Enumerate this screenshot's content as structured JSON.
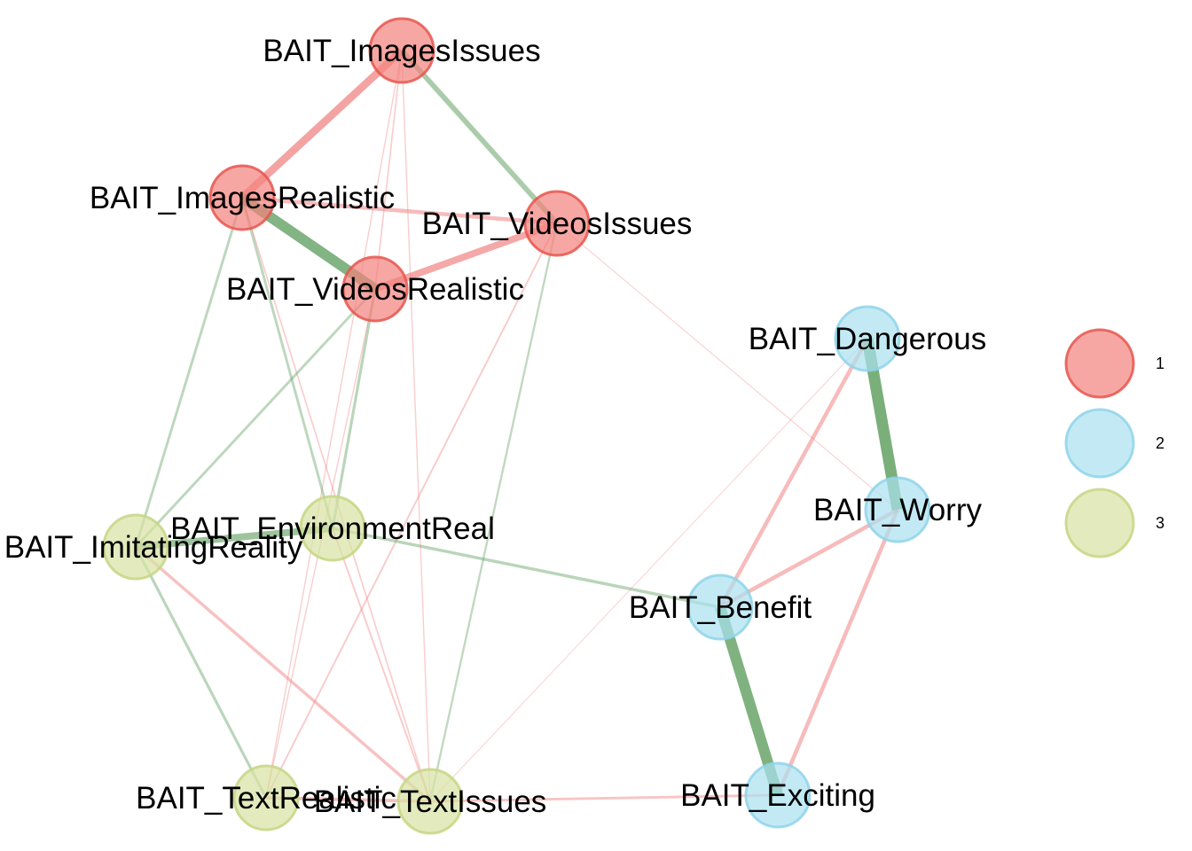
{
  "colors": {
    "group_fill": {
      "1": "#f4827c",
      "2": "#a9e1ef",
      "3": "#d7e3a2"
    },
    "group_stroke": {
      "1": "#e8554d",
      "2": "#8fd3ea",
      "3": "#c6d684"
    },
    "positive_edge": "#6fa86f",
    "negative_edge": "#f07f7f"
  },
  "nodes": [
    {
      "id": "images_issues",
      "label": "BAIT_ImagesIssues",
      "group": "1"
    },
    {
      "id": "images_realistic",
      "label": "BAIT_ImagesRealistic",
      "group": "1"
    },
    {
      "id": "videos_issues",
      "label": "BAIT_VideosIssues",
      "group": "1"
    },
    {
      "id": "videos_realistic",
      "label": "BAIT_VideosRealistic",
      "group": "1"
    },
    {
      "id": "dangerous",
      "label": "BAIT_Dangerous",
      "group": "2"
    },
    {
      "id": "worry",
      "label": "BAIT_Worry",
      "group": "2"
    },
    {
      "id": "benefit",
      "label": "BAIT_Benefit",
      "group": "2"
    },
    {
      "id": "exciting",
      "label": "BAIT_Exciting",
      "group": "2"
    },
    {
      "id": "imitating_reality",
      "label": "BAIT_ImitatingReality",
      "group": "3"
    },
    {
      "id": "environment_real",
      "label": "BAIT_EnvironmentReal",
      "group": "3"
    },
    {
      "id": "text_realistic",
      "label": "BAIT_TextRealistic",
      "group": "3"
    },
    {
      "id": "text_issues",
      "label": "BAIT_TextIssues",
      "group": "3"
    }
  ],
  "edges": [
    {
      "from": "images_issues",
      "to": "images_realistic",
      "sign": "negative",
      "weight": 0.62
    },
    {
      "from": "images_issues",
      "to": "videos_issues",
      "sign": "positive",
      "weight": 0.4
    },
    {
      "from": "images_issues",
      "to": "videos_realistic",
      "sign": "negative",
      "weight": 0.08
    },
    {
      "from": "images_issues",
      "to": "text_realistic",
      "sign": "negative",
      "weight": 0.06
    },
    {
      "from": "images_issues",
      "to": "text_issues",
      "sign": "negative",
      "weight": 0.06
    },
    {
      "from": "images_realistic",
      "to": "videos_realistic",
      "sign": "positive",
      "weight": 0.85
    },
    {
      "from": "images_realistic",
      "to": "videos_issues",
      "sign": "negative",
      "weight": 0.3
    },
    {
      "from": "images_realistic",
      "to": "imitating_reality",
      "sign": "positive",
      "weight": 0.18
    },
    {
      "from": "images_realistic",
      "to": "environment_real",
      "sign": "positive",
      "weight": 0.18
    },
    {
      "from": "images_realistic",
      "to": "text_issues",
      "sign": "negative",
      "weight": 0.08
    },
    {
      "from": "videos_realistic",
      "to": "videos_issues",
      "sign": "negative",
      "weight": 0.55
    },
    {
      "from": "videos_realistic",
      "to": "imitating_reality",
      "sign": "positive",
      "weight": 0.18
    },
    {
      "from": "videos_realistic",
      "to": "environment_real",
      "sign": "positive",
      "weight": 0.2
    },
    {
      "from": "videos_realistic",
      "to": "text_realistic",
      "sign": "negative",
      "weight": 0.06
    },
    {
      "from": "videos_issues",
      "to": "text_realistic",
      "sign": "negative",
      "weight": 0.1
    },
    {
      "from": "videos_issues",
      "to": "text_issues",
      "sign": "positive",
      "weight": 0.14
    },
    {
      "from": "videos_issues",
      "to": "worry",
      "sign": "negative",
      "weight": 0.04
    },
    {
      "from": "imitating_reality",
      "to": "environment_real",
      "sign": "positive",
      "weight": 0.55
    },
    {
      "from": "imitating_reality",
      "to": "text_realistic",
      "sign": "positive",
      "weight": 0.2
    },
    {
      "from": "imitating_reality",
      "to": "text_issues",
      "sign": "negative",
      "weight": 0.22
    },
    {
      "from": "environment_real",
      "to": "benefit",
      "sign": "positive",
      "weight": 0.22
    },
    {
      "from": "environment_real",
      "to": "text_issues",
      "sign": "negative",
      "weight": 0.1
    },
    {
      "from": "text_issues",
      "to": "exciting",
      "sign": "negative",
      "weight": 0.18
    },
    {
      "from": "text_issues",
      "to": "dangerous",
      "sign": "negative",
      "weight": 0.03
    },
    {
      "from": "text_realistic",
      "to": "text_issues",
      "sign": "negative",
      "weight": 0.25
    },
    {
      "from": "dangerous",
      "to": "worry",
      "sign": "positive",
      "weight": 0.95
    },
    {
      "from": "dangerous",
      "to": "benefit",
      "sign": "negative",
      "weight": 0.3
    },
    {
      "from": "worry",
      "to": "benefit",
      "sign": "negative",
      "weight": 0.3
    },
    {
      "from": "worry",
      "to": "exciting",
      "sign": "negative",
      "weight": 0.3
    },
    {
      "from": "benefit",
      "to": "exciting",
      "sign": "positive",
      "weight": 0.9
    }
  ],
  "legend": [
    {
      "group": "1",
      "label": "1"
    },
    {
      "group": "2",
      "label": "2"
    },
    {
      "group": "3",
      "label": "3"
    }
  ]
}
